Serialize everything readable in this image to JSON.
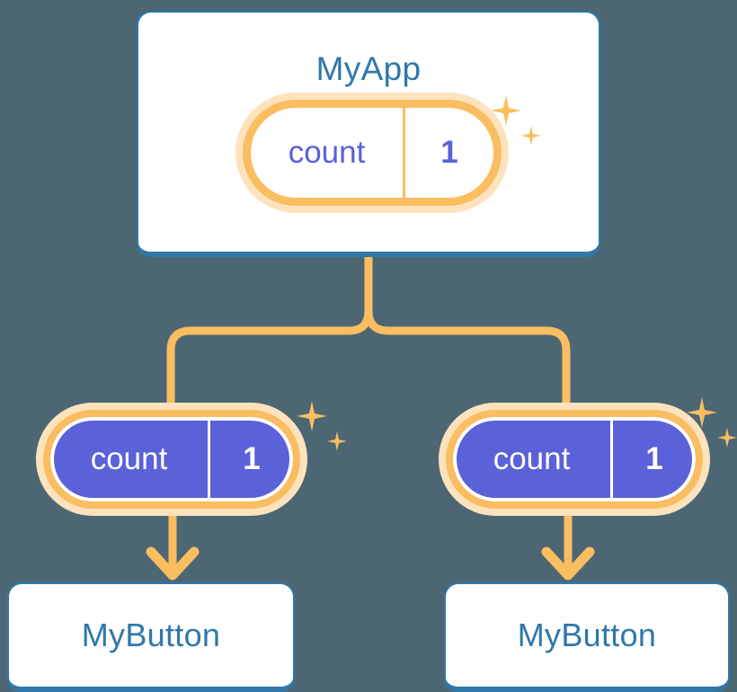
{
  "diagram": {
    "title": "MyApp component tree with shared count state",
    "background_color": "#4c6773",
    "accent_orange": "#fabd60",
    "accent_orange_light": "#fde3bd",
    "accent_blue": "#2f78aa",
    "accent_purple": "#5b61d8",
    "card_background": "#ffffff"
  },
  "app": {
    "card_label": "MyApp",
    "state": {
      "key": "count",
      "value": "1"
    },
    "sparkle_large": "sparkle-icon",
    "sparkle_small": "sparkle-icon"
  },
  "children": [
    {
      "state": {
        "key": "count",
        "value": "1"
      },
      "button_label": "MyButton",
      "sparkle_large": "sparkle-icon",
      "sparkle_small": "sparkle-icon"
    },
    {
      "state": {
        "key": "count",
        "value": "1"
      },
      "button_label": "MyButton",
      "sparkle_large": "sparkle-icon",
      "sparkle_small": "sparkle-icon"
    }
  ]
}
